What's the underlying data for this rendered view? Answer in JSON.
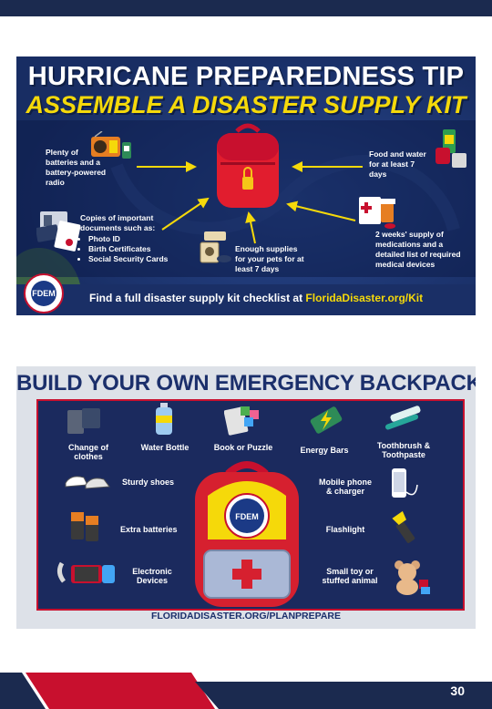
{
  "panel1": {
    "title_line1": "HURRICANE PREPAREDNESS TIP",
    "title_line2": "ASSEMBLE A DISASTER SUPPLY KIT",
    "item_radio": "Plenty of batteries and a battery-powered radio",
    "item_food": "Food and water for at least 7 days",
    "item_documents_intro": "Copies of important documents such as:",
    "item_documents_list": [
      "Photo ID",
      "Birth Certificates",
      "Social Security Cards"
    ],
    "item_pets": "Enough supplies for your pets for at least 7 days",
    "item_medications": "2 weeks' supply of medications and a detailed list of required medical devices",
    "footer_prefix": "Find a full disaster supply kit checklist at ",
    "footer_link": "FloridaDisaster.org/Kit",
    "seal_text": "FDEM"
  },
  "panel2": {
    "title": "BUILD YOUR OWN EMERGENCY BACKPACK",
    "items": {
      "clothes": "Change of clothes",
      "water": "Water Bottle",
      "book": "Book or Puzzle",
      "energy": "Energy Bars",
      "toothbrush": "Toothbrush & Toothpaste",
      "shoes": "Sturdy shoes",
      "phone": "Mobile phone & charger",
      "batteries": "Extra batteries",
      "flashlight": "Flashlight",
      "devices": "Electronic Devices",
      "toy": "Small toy or stuffed animal"
    },
    "backpack_seal_text": "FDEM",
    "footer": "FLORIDADISASTER.ORG/PLANPREPARE"
  },
  "page_number": "30",
  "colors": {
    "navy": "#1b2a4f",
    "red": "#c8102e",
    "yellow": "#f5d90a",
    "blue_panel": "#1f3a7a"
  }
}
